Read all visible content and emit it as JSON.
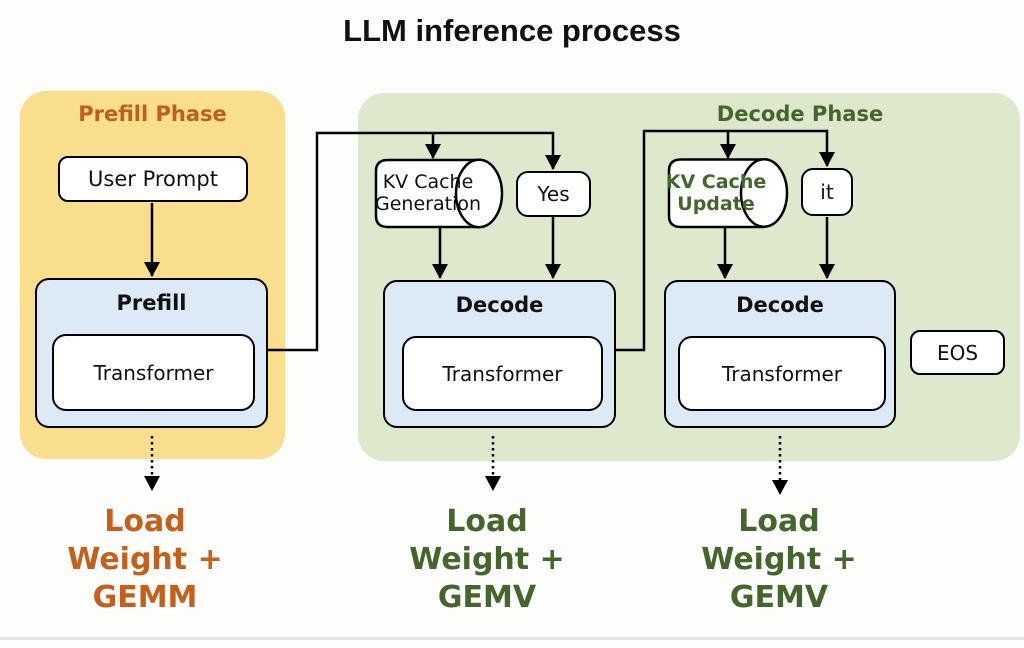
{
  "title": "LLM inference process",
  "colors": {
    "prefill_panel": "#F8DE8D",
    "decode_panel": "#DDE8CD",
    "stage_fill": "#DCE9F7",
    "prefill_accent": "#C05E1C",
    "decode_accent": "#44652B",
    "connector": "#000000"
  },
  "prefill_phase": {
    "label": "Prefill Phase",
    "user_prompt_label": "User Prompt",
    "stage_label": "Prefill",
    "transformer_label": "Transformer",
    "note": {
      "line1": "Load",
      "line2": "Weight +",
      "line3": "GEMM"
    }
  },
  "decode_phase": {
    "label": "Decode Phase",
    "kv_cache_generation": {
      "line1": "KV Cache",
      "line2": "Generation"
    },
    "yes_label": "Yes",
    "decode1": {
      "stage_label": "Decode",
      "transformer_label": "Transformer"
    },
    "kv_cache_update": {
      "line1": "KV Cache",
      "line2": "Update"
    },
    "it_label": "it",
    "decode2": {
      "stage_label": "Decode",
      "transformer_label": "Transformer"
    },
    "eos_label": "EOS",
    "note_decode1": {
      "line1": "Load",
      "line2": "Weight +",
      "line3": "GEMV"
    },
    "note_decode2": {
      "line1": "Load",
      "line2": "Weight +",
      "line3": "GEMV"
    }
  }
}
